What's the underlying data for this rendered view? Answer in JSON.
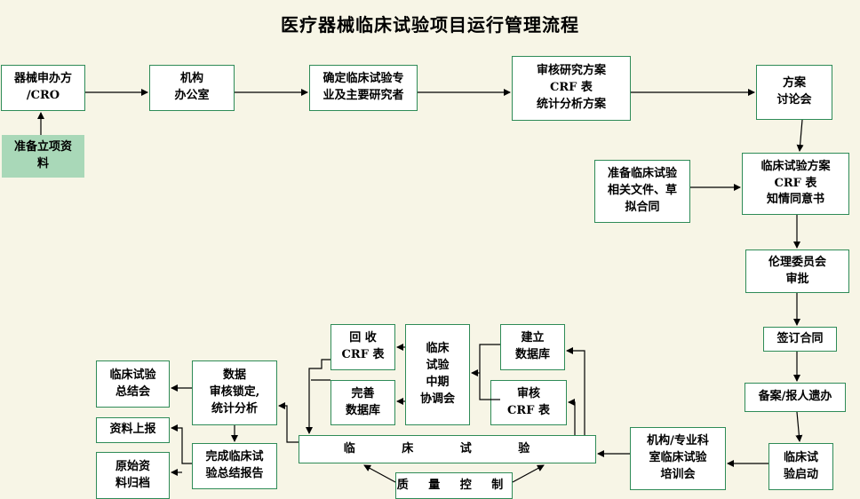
{
  "title": "医疗器械临床试验项目运行管理流程",
  "nodes": {
    "sponsor": "器械申办方\n/CRO",
    "prepare_docs": "准备立项资\n料",
    "office": "机构\n办公室",
    "determine": "确定临床试验专\n业及主要研究者",
    "review_plan": "审核研究方案\nCRF 表\n统计分析方案",
    "plan_discussion": "方案\n讨论会",
    "prepare_contract": "准备临床试验\n相关文件、草\n拟合同",
    "protocol_docs": "临床试验方案\nCRF 表\n知情同意书",
    "ethics": "伦理委员会\n审批",
    "sign_contract": "签订合同",
    "filing": "备案/报人遗办",
    "trial_start": "临床试\n验启动",
    "training": "机构/专业科\n室临床试验\n培训会",
    "clinical_trial": "临 床 试 验",
    "quality_control": "质 量 控 制",
    "collect_crf": "回 收\nCRF 表",
    "complete_db": "完善\n数据库",
    "midterm": "临床\n试验\n中期\n协调会",
    "build_db": "建立\n数据库",
    "review_crf": "审核\nCRF 表",
    "data_lock": "数据\n审核锁定,\n统计分析",
    "summary_meeting": "临床试验\n总结会",
    "report_upload": "资料上报",
    "final_report": "完成临床试\n验总结报告",
    "archive": "原始资\n料归档"
  },
  "colors": {
    "box_border": "#2e8b57",
    "green_fill": "#a9d8b8",
    "background": "#f7f5e6"
  }
}
